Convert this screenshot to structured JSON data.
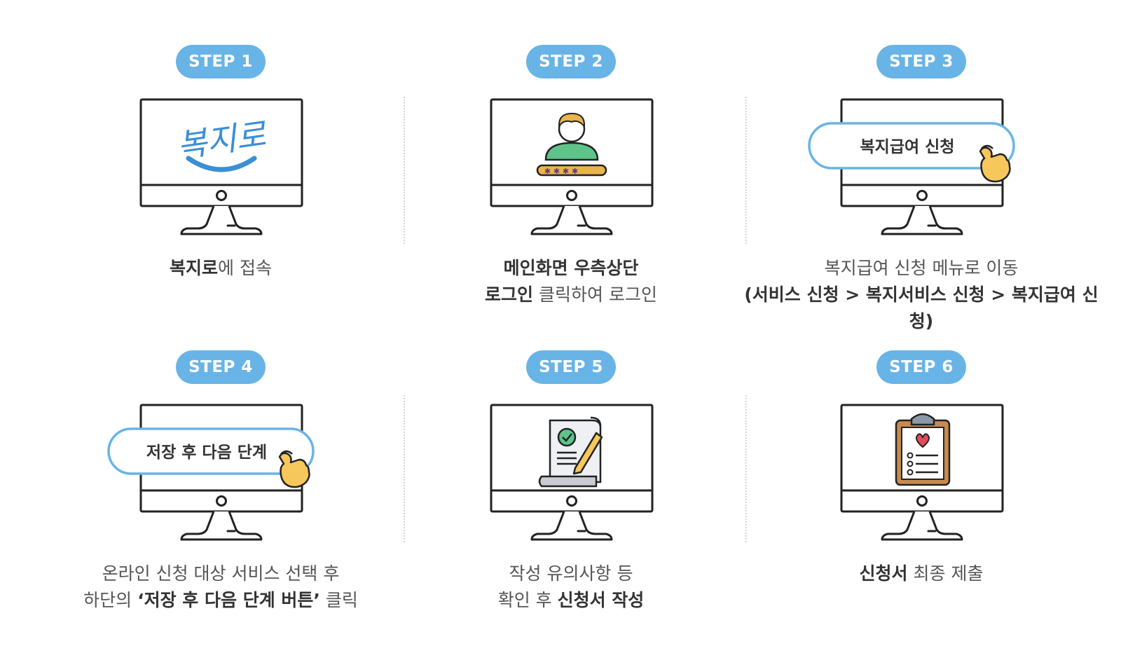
{
  "steps": [
    {
      "badge": "STEP 1",
      "icon": "bokjiro-logo-icon",
      "logo_text": "복지로",
      "caption": [
        {
          "parts": [
            {
              "t": "복지로",
              "b": true
            },
            {
              "t": "에 접속",
              "b": false
            }
          ]
        }
      ]
    },
    {
      "badge": "STEP 2",
      "icon": "user-login-icon",
      "caption": [
        {
          "parts": [
            {
              "t": "메인화면 우측상단",
              "b": true
            }
          ]
        },
        {
          "parts": [
            {
              "t": "로그인",
              "b": true
            },
            {
              "t": " 클릭하여 로그인",
              "b": false
            }
          ]
        }
      ]
    },
    {
      "badge": "STEP 3",
      "icon": "pill-button-icon",
      "pill_label": "복지급여 신청",
      "caption": [
        {
          "parts": [
            {
              "t": "복지급여 신청 메뉴로 이동",
              "b": false
            }
          ]
        },
        {
          "parts": [
            {
              "t": "(서비스 신청 > 복지서비스 신청 > 복지급여 신청)",
              "b": true
            }
          ]
        }
      ]
    },
    {
      "badge": "STEP 4",
      "icon": "pill-button-icon",
      "pill_label": "저장 후  다음 단계",
      "caption": [
        {
          "parts": [
            {
              "t": "온라인 신청 대상 서비스 선택 후",
              "b": false
            }
          ]
        },
        {
          "parts": [
            {
              "t": "하단의 ",
              "b": false
            },
            {
              "t": "‘저장 후 다음 단계 버튼’",
              "b": true
            },
            {
              "t": " 클릭",
              "b": false
            }
          ]
        }
      ]
    },
    {
      "badge": "STEP 5",
      "icon": "document-pencil-icon",
      "caption": [
        {
          "parts": [
            {
              "t": "작성 유의사항 등",
              "b": false
            }
          ]
        },
        {
          "parts": [
            {
              "t": "확인 후 ",
              "b": false
            },
            {
              "t": "신청서 작성",
              "b": true
            }
          ]
        }
      ]
    },
    {
      "badge": "STEP 6",
      "icon": "clipboard-heart-icon",
      "caption": [
        {
          "parts": [
            {
              "t": "신청서",
              "b": true
            },
            {
              "t": " 최종 제출",
              "b": false
            }
          ]
        }
      ]
    }
  ],
  "colors": {
    "badge": "#69b4e6",
    "pill_border": "#69b4e6",
    "outline": "#222222",
    "logo_blue": "#3a8fd6",
    "hand_yellow": "#f6c75a",
    "user_green": "#5ec48a",
    "password_bar": "#e9b44c",
    "clipboard_brown": "#c88a4e",
    "heart_red": "#e24c5a"
  }
}
